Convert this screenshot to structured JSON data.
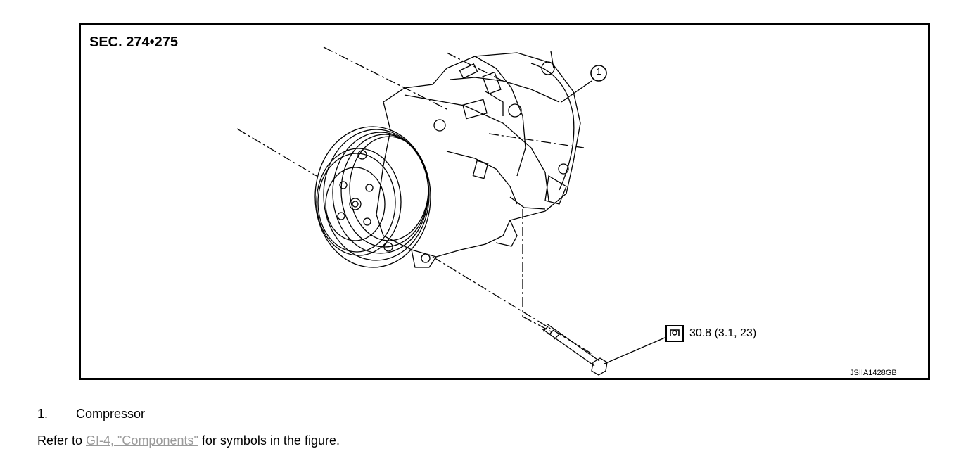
{
  "figure": {
    "section": "SEC. 274•275",
    "callout": "1",
    "torque": "30.8 (3.1, 23)",
    "image_code": "JSIIA1428GB"
  },
  "legend": [
    {
      "number": "1.",
      "label": "Compressor"
    }
  ],
  "note": {
    "prefix": "Refer to ",
    "link": "GI-4, \"Components\"",
    "suffix": " for symbols in the figure."
  },
  "colors": {
    "line": "#000000",
    "link": "#9a9a9a"
  }
}
